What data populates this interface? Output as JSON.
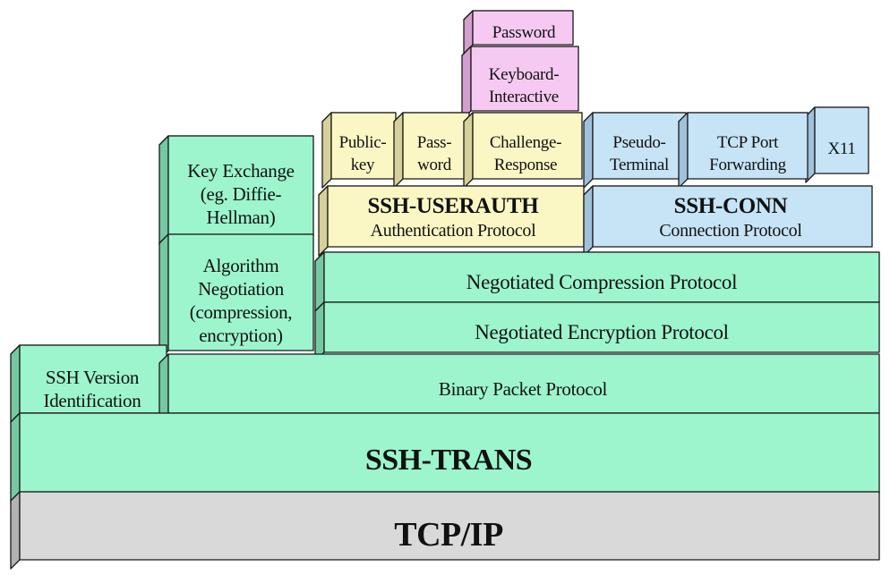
{
  "colors": {
    "green": "#9cf5cd",
    "green_side": "#74c9a2",
    "yellow": "#fbf7c4",
    "yellow_side": "#d6d09a",
    "blue": "#c6e4f6",
    "blue_side": "#9fc1d9",
    "pink": "#f6c9f2",
    "pink_side": "#d39fcf",
    "gray": "#d9d9d9",
    "gray_side": "#b3b3b3",
    "stroke": "#1a1a1a"
  },
  "layers": {
    "tcpip": "TCP/IP",
    "ssh_trans": "SSH-TRANS",
    "binary_packet": "Binary Packet Protocol",
    "version_id": "SSH Version\nIdentification",
    "encryption": "Negotiated Encryption Protocol",
    "compression": "Negotiated Compression Protocol",
    "algorithm": "Algorithm\nNegotiation\n(compression,\nencryption)",
    "key_exchange": "Key Exchange\n(eg. Diffie-\nHellman)"
  },
  "userauth": {
    "title": "SSH-USERAUTH",
    "subtitle": "Authentication Protocol",
    "publickey": "Public-\nkey",
    "password": "Pass-\nword",
    "challenge": "Challenge-\nResponse",
    "keyboard": "Keyboard-\nInteractive",
    "kb_password": "Password"
  },
  "conn": {
    "title": "SSH-CONN",
    "subtitle": "Connection Protocol",
    "pseudo": "Pseudo-\nTerminal",
    "tcp_forward": "TCP Port\nForwarding",
    "x11": "X11"
  }
}
